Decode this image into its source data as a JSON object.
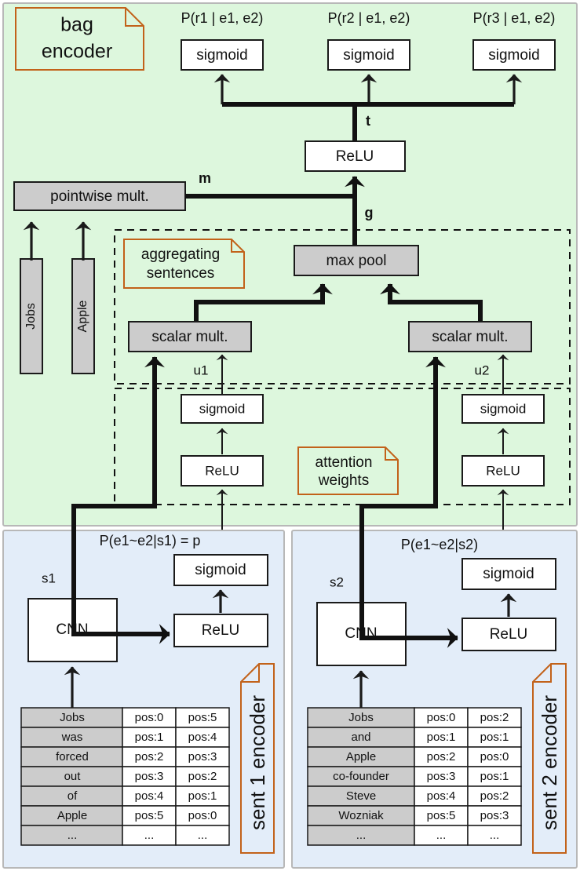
{
  "diagram": {
    "title": "bag encoder with sentence encoders and attention",
    "colors": {
      "bag_panel": "#ddf7dd",
      "sentence_panel": "#e3edf9",
      "op_box_fill": "#cccccc",
      "note_border": "#c2621a",
      "line": "#111111"
    }
  },
  "notes": {
    "bag_encoder": "bag\nencoder",
    "bag_encoder_line1": "bag",
    "bag_encoder_line2": "encoder",
    "aggregating": "aggregating\nsentences",
    "aggregating_line1": "aggregating",
    "aggregating_line2": "sentences",
    "attention": "attention\nweights",
    "attention_line1": "attention",
    "attention_line2": "weights",
    "sent1_encoder": "sent 1 encoder",
    "sent2_encoder": "sent 2 encoder"
  },
  "outputs": [
    {
      "label": "P(r1 | e1, e2)",
      "box": "sigmoid"
    },
    {
      "label": "P(r2 | e1, e2)",
      "box": "sigmoid"
    },
    {
      "label": "P(r3 | e1, e2)",
      "box": "sigmoid"
    }
  ],
  "bag": {
    "relu_box": "ReLU",
    "t_label": "t",
    "m_label": "m",
    "g_label": "g",
    "pointwise_box": "pointwise mult.",
    "entity_bars": [
      {
        "label": "Jobs"
      },
      {
        "label": "Apple"
      }
    ],
    "max_pool_box": "max pool",
    "scalar_mult_left": "scalar mult.",
    "scalar_mult_right": "scalar mult.",
    "u1_label": "u1",
    "u2_label": "u2",
    "attention_left": {
      "sigmoid": "sigmoid",
      "relu": "ReLU"
    },
    "attention_right": {
      "sigmoid": "sigmoid",
      "relu": "ReLU"
    }
  },
  "sent1": {
    "prob_label": "P(e1~e2|s1) = p",
    "s_label": "s1",
    "cnn_box": "CNN",
    "relu_box": "ReLU",
    "sigmoid_box": "sigmoid",
    "table": [
      {
        "word": "Jobs",
        "p1": "pos:0",
        "p2": "pos:5"
      },
      {
        "word": "was",
        "p1": "pos:1",
        "p2": "pos:4"
      },
      {
        "word": "forced",
        "p1": "pos:2",
        "p2": "pos:3"
      },
      {
        "word": "out",
        "p1": "pos:3",
        "p2": "pos:2"
      },
      {
        "word": "of",
        "p1": "pos:4",
        "p2": "pos:1"
      },
      {
        "word": "Apple",
        "p1": "pos:5",
        "p2": "pos:0"
      },
      {
        "word": "...",
        "p1": "...",
        "p2": "..."
      }
    ]
  },
  "sent2": {
    "prob_label": "P(e1~e2|s2)",
    "s_label": "s2",
    "cnn_box": "CNN",
    "relu_box": "ReLU",
    "sigmoid_box": "sigmoid",
    "table": [
      {
        "word": "Jobs",
        "p1": "pos:0",
        "p2": "pos:2"
      },
      {
        "word": "and",
        "p1": "pos:1",
        "p2": "pos:1"
      },
      {
        "word": "Apple",
        "p1": "pos:2",
        "p2": "pos:0"
      },
      {
        "word": "co-founder",
        "p1": "pos:3",
        "p2": "pos:1"
      },
      {
        "word": "Steve",
        "p1": "pos:4",
        "p2": "pos:2"
      },
      {
        "word": "Wozniak",
        "p1": "pos:5",
        "p2": "pos:3"
      },
      {
        "word": "...",
        "p1": "...",
        "p2": "..."
      }
    ]
  }
}
